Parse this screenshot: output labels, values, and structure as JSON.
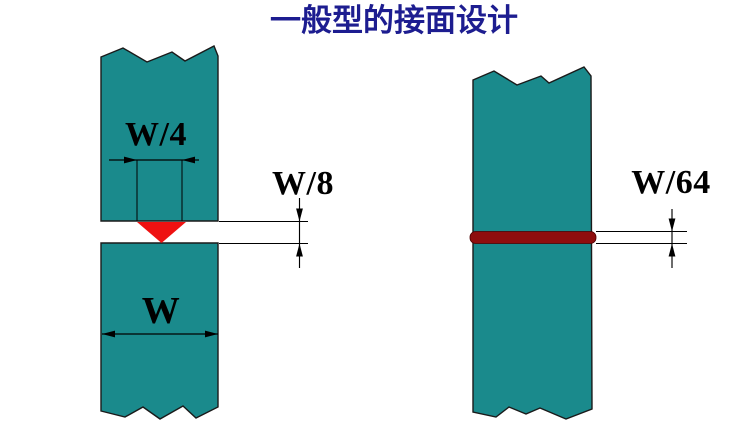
{
  "title": {
    "text": "一般型的接面设计"
  },
  "colors": {
    "title_navy": "#1d1d90",
    "bar_teal": "#1a8a8c",
    "bar_outline": "#1a1a1a",
    "notch_red": "#ee1111",
    "stripe_dark_red": "#8e0e0e",
    "dimension_black": "#000000"
  },
  "left_diagram": {
    "labels": {
      "notch_width": "W/4",
      "gap_height": "W/8",
      "bar_width": "W"
    }
  },
  "right_diagram": {
    "labels": {
      "stripe_height": "W/64"
    }
  }
}
